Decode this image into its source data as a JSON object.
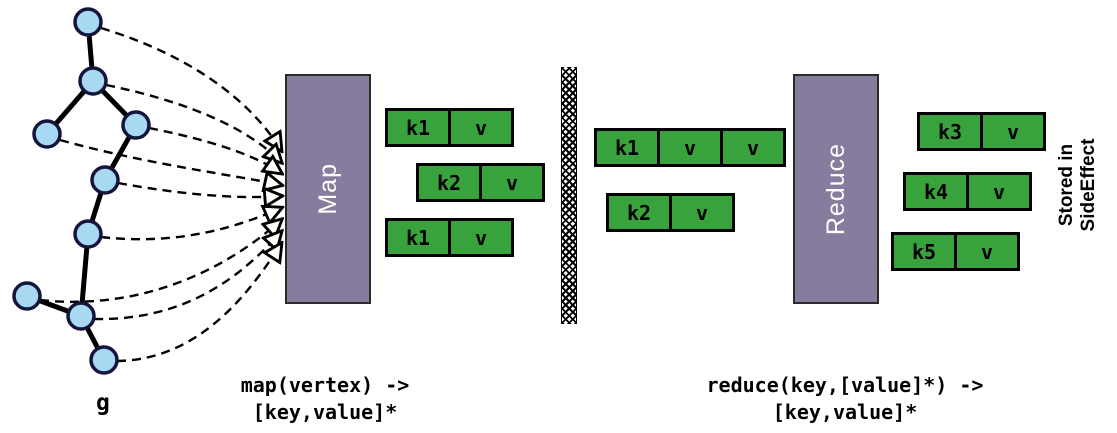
{
  "colors": {
    "node_fill": "#a7d9f2",
    "stage_fill": "#867d9e",
    "kv_fill": "#38a23c"
  },
  "graph": {
    "label": "g"
  },
  "map_stage": {
    "label": "Map",
    "outputs": [
      {
        "key": "k1",
        "values": [
          "v"
        ]
      },
      {
        "key": "k2",
        "values": [
          "v"
        ]
      },
      {
        "key": "k1",
        "values": [
          "v"
        ]
      }
    ],
    "caption": [
      "map(vertex) ->",
      "[key,value]*"
    ]
  },
  "shuffle": {
    "groups": [
      {
        "key": "k1",
        "values": [
          "v",
          "v"
        ]
      },
      {
        "key": "k2",
        "values": [
          "v"
        ]
      }
    ]
  },
  "reduce_stage": {
    "label": "Reduce",
    "outputs": [
      {
        "key": "k3",
        "values": [
          "v"
        ]
      },
      {
        "key": "k4",
        "values": [
          "v"
        ]
      },
      {
        "key": "k5",
        "values": [
          "v"
        ]
      }
    ],
    "caption": [
      "reduce(key,[value]*) ->",
      "[key,value]*"
    ]
  },
  "side_note": {
    "lines": [
      "Stored in",
      "SideEffect"
    ]
  }
}
